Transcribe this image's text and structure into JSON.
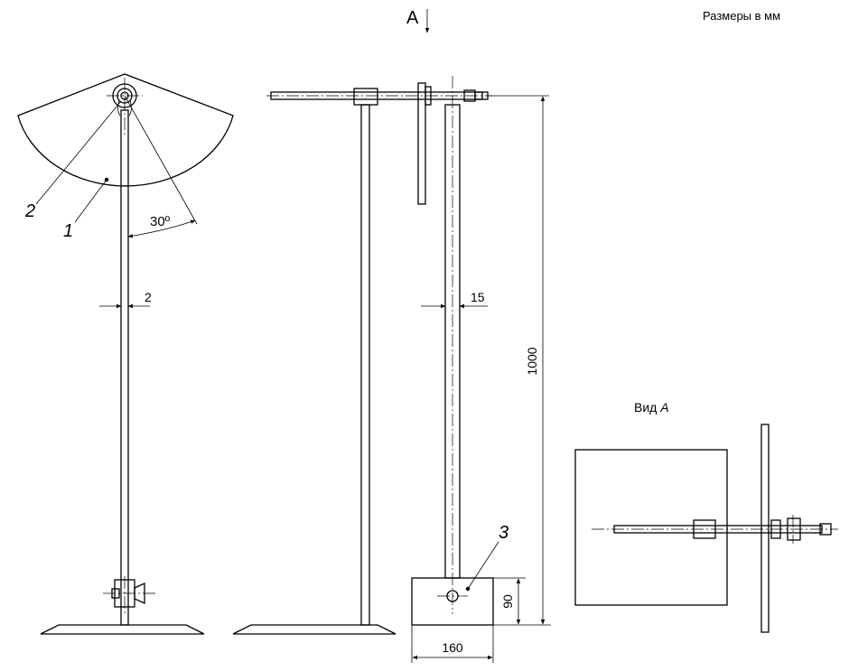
{
  "header": {
    "units_note": "Размеры в мм",
    "view_arrow_label": "A"
  },
  "callouts": {
    "item1": "1",
    "item2": "2",
    "item3": "3"
  },
  "dimensions": {
    "angle": "30º",
    "rod_diameter_left": "2",
    "rod_diameter_right": "15",
    "height": "1000",
    "block_height": "90",
    "block_width": "160"
  },
  "view_a": {
    "title_prefix": "Вид ",
    "title_letter": "А"
  }
}
